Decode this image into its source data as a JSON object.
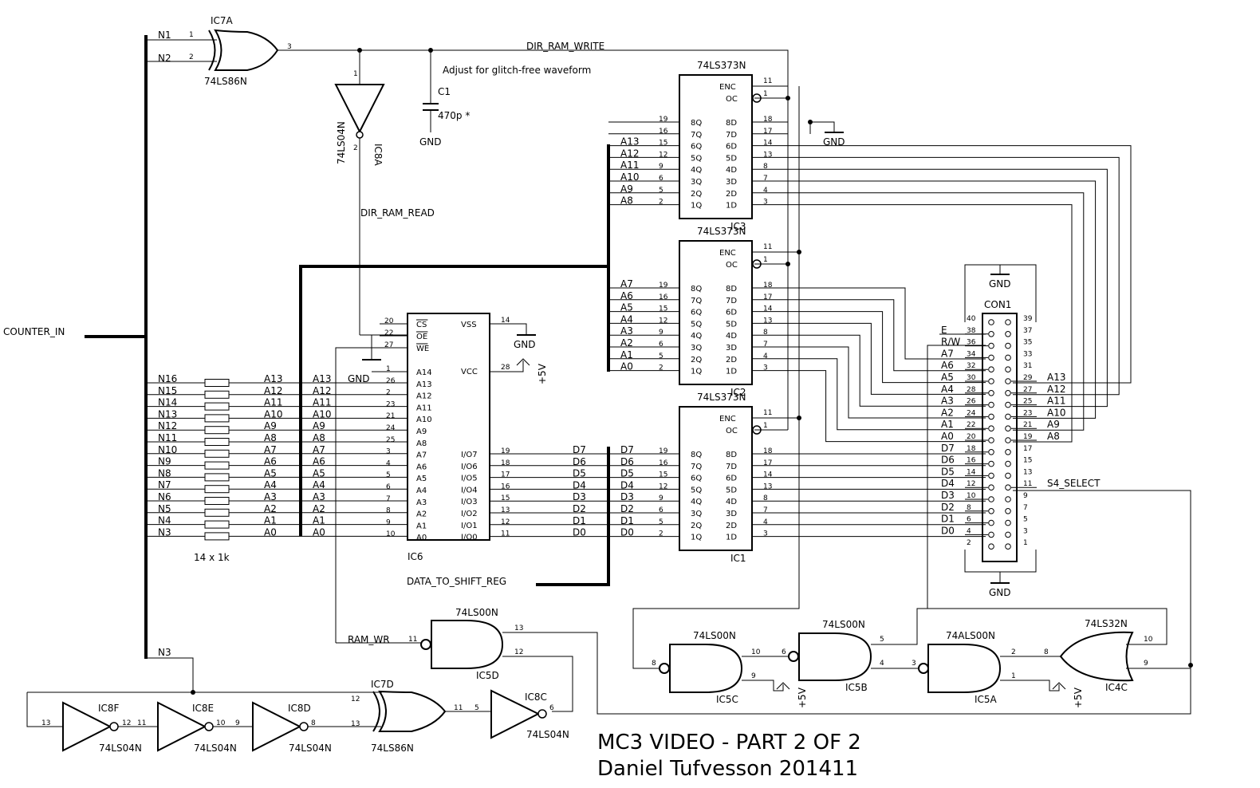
{
  "title_line1": "MC3 VIDEO - PART 2 OF 2",
  "title_line2": "Daniel Tufvesson 201411",
  "nets": {
    "counter_in": "COUNTER_IN",
    "dir_ram_write": "DIR_RAM_WRITE",
    "dir_ram_read": "DIR_RAM_READ",
    "data_to_shift_reg": "DATA_TO_SHIFT_REG",
    "ram_wr": "RAM_WR",
    "s4_select": "S4_SELECT",
    "n1": "N1",
    "n2": "N2",
    "n3": "N3"
  },
  "notes": {
    "adjust": "Adjust for glitch-free waveform",
    "resistors": "14 x 1k"
  },
  "power": {
    "gnd": "GND",
    "vcc": "+5V"
  },
  "cap": {
    "ref": "C1",
    "value": "470p *"
  },
  "ic7a": {
    "ref": "IC7A",
    "type": "74LS86N",
    "p1": "1",
    "p2": "2",
    "p3": "3"
  },
  "ic8a": {
    "ref": "IC8A",
    "type": "74LS04N",
    "p1": "1",
    "p2": "2"
  },
  "latch_type": "74LS373N",
  "latch_ref": [
    "IC3",
    "IC2",
    "IC1"
  ],
  "latch_ctrl": [
    "ENC",
    "OC"
  ],
  "latch_ctrl_pins": [
    "11",
    "1"
  ],
  "latch_q": [
    "8Q",
    "7Q",
    "6Q",
    "5Q",
    "4Q",
    "3Q",
    "2Q",
    "1Q"
  ],
  "latch_d": [
    "8D",
    "7D",
    "6D",
    "5D",
    "4D",
    "3D",
    "2D",
    "1D"
  ],
  "latch_qpins": [
    "19",
    "16",
    "15",
    "12",
    "9",
    "6",
    "5",
    "2"
  ],
  "latch_dpins": [
    "18",
    "17",
    "14",
    "13",
    "8",
    "7",
    "4",
    "3"
  ],
  "ic3_q_nets": [
    "",
    "",
    "A13",
    "A12",
    "A11",
    "A10",
    "A9",
    "A8"
  ],
  "ic2_q_nets": [
    "A7",
    "A6",
    "A5",
    "A4",
    "A3",
    "A2",
    "A1",
    "A0"
  ],
  "ic1_q_nets": [
    "D7",
    "D6",
    "D5",
    "D4",
    "D3",
    "D2",
    "D1",
    "D0"
  ],
  "ic6": {
    "ref": "IC6",
    "ctrl": [
      "CS",
      "OE",
      "WE"
    ],
    "ctrl_pins": [
      "20",
      "22",
      "27"
    ],
    "addr": [
      "A14",
      "A13",
      "A12",
      "A11",
      "A10",
      "A9",
      "A8",
      "A7",
      "A6",
      "A5",
      "A4",
      "A3",
      "A2",
      "A1",
      "A0"
    ],
    "addr_pins": [
      "1",
      "26",
      "2",
      "23",
      "21",
      "24",
      "25",
      "3",
      "4",
      "5",
      "6",
      "7",
      "8",
      "9",
      "10"
    ],
    "io": [
      "I/O7",
      "I/O6",
      "I/O5",
      "I/O4",
      "I/O3",
      "I/O2",
      "I/O1",
      "I/O0"
    ],
    "io_pins": [
      "19",
      "18",
      "17",
      "16",
      "15",
      "13",
      "12",
      "11"
    ],
    "vss": "VSS",
    "vss_pin": "14",
    "vcc": "VCC",
    "vcc_pin": "28"
  },
  "res_in": [
    "N16",
    "N15",
    "N14",
    "N13",
    "N12",
    "N11",
    "N10",
    "N9",
    "N8",
    "N7",
    "N6",
    "N5",
    "N4",
    "N3"
  ],
  "res_out": [
    "A13",
    "A12",
    "A11",
    "A10",
    "A9",
    "A8",
    "A7",
    "A6",
    "A5",
    "A4",
    "A3",
    "A2",
    "A1",
    "A0"
  ],
  "ram_data_nets": [
    "D7",
    "D6",
    "D5",
    "D4",
    "D3",
    "D2",
    "D1",
    "D0"
  ],
  "con1": {
    "ref": "CON1",
    "left_pins": [
      "40",
      "38",
      "36",
      "34",
      "32",
      "30",
      "28",
      "26",
      "24",
      "22",
      "20",
      "18",
      "16",
      "14",
      "12",
      "10",
      "8",
      "6",
      "4",
      "2"
    ],
    "right_pins": [
      "39",
      "37",
      "35",
      "33",
      "31",
      "29",
      "27",
      "25",
      "23",
      "21",
      "19",
      "17",
      "15",
      "13",
      "11",
      "9",
      "7",
      "5",
      "3",
      "1"
    ],
    "left_nets": [
      "",
      "E",
      "R/W",
      "A7",
      "A6",
      "A5",
      "A4",
      "A3",
      "A2",
      "A1",
      "A0",
      "D7",
      "D6",
      "D5",
      "D4",
      "D3",
      "D2",
      "D1",
      "D0",
      ""
    ],
    "right_nets": [
      "",
      "",
      "",
      "",
      "",
      "A13",
      "A12",
      "A11",
      "A10",
      "A9",
      "A8",
      "",
      "",
      "",
      "S4_SELECT",
      "",
      "",
      "",
      "",
      ""
    ]
  },
  "ic5d": {
    "ref": "IC5D",
    "type": "74LS00N",
    "pin_in": "11",
    "pin_a": "13",
    "pin_b": "12"
  },
  "ic5c": {
    "ref": "IC5C",
    "type": "74LS00N",
    "pin_out": "8",
    "pin_a": "10",
    "pin_b": "9"
  },
  "ic5b": {
    "ref": "IC5B",
    "type": "74LS00N",
    "pin_out": "6",
    "pin_a": "5",
    "pin_b": "4"
  },
  "ic5a": {
    "ref": "IC5A",
    "type": "74ALS00N",
    "pin_out": "3",
    "pin_a": "2",
    "pin_b": "1"
  },
  "ic4c": {
    "ref": "IC4C",
    "type": "74LS32N",
    "pin_out": "8",
    "pin_a": "10",
    "pin_b": "9"
  },
  "ic7d": {
    "ref": "IC7D",
    "type": "74LS86N",
    "pin_a": "12",
    "pin_b": "13",
    "pin_out": "11"
  },
  "ic8c": {
    "ref": "IC8C",
    "type": "74LS04N",
    "pin_in": "5",
    "pin_out": "6"
  },
  "ic8d": {
    "ref": "IC8D",
    "type": "74LS04N",
    "pin_in": "9",
    "pin_out": "8"
  },
  "ic8e": {
    "ref": "IC8E",
    "type": "74LS04N",
    "pin_in": "11",
    "pin_out": "10"
  },
  "ic8f": {
    "ref": "IC8F",
    "type": "74LS04N",
    "pin_in": "13",
    "pin_out": "12"
  }
}
